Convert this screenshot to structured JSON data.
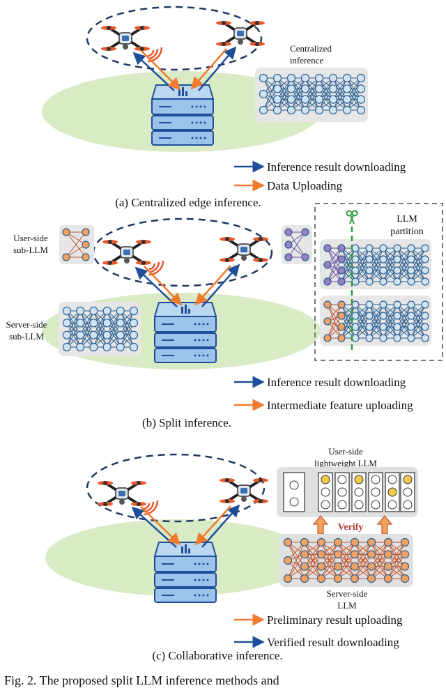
{
  "panel_a": {
    "box_label_line1": "Centralized",
    "box_label_line2": "inference",
    "legend_blue": "Inference result downloading",
    "legend_orange": "Data Uploading",
    "caption": "(a) Centralized edge inference."
  },
  "panel_b": {
    "user_label_line1": "User-side",
    "user_label_line2": "sub-LLM",
    "server_label_line1": "Server-side",
    "server_label_line2": "sub-LLM",
    "partition_line1": "LLM",
    "partition_line2": "partition",
    "legend_blue": "Inference result downloading",
    "legend_orange": "Intermediate feature uploading",
    "caption": "(b) Split inference."
  },
  "panel_c": {
    "user_label_line1": "User-side",
    "user_label_line2": "lightweight LLM",
    "verify_label": "Verify",
    "server_label_line1": "Server-side",
    "server_label_line2": "LLM",
    "legend_orange": "Preliminary result uploading",
    "legend_blue": "Verified result downloading",
    "caption": "(c) Collaborative inference."
  },
  "footer_partial": "Fig. 2.   The proposed split LLM inference methods and",
  "colors": {
    "blue_arrow": "#1f4e9a",
    "orange_arrow": "#f07a30",
    "ground": "#d9ebc4",
    "node_fill": "#cfe3f5",
    "node_stroke": "#2d5f8f",
    "purple_node": "#9b7fc4",
    "orange_node": "#f3a15f",
    "verify_red": "#b03a2e",
    "scissors_green": "#2e9a3a"
  }
}
